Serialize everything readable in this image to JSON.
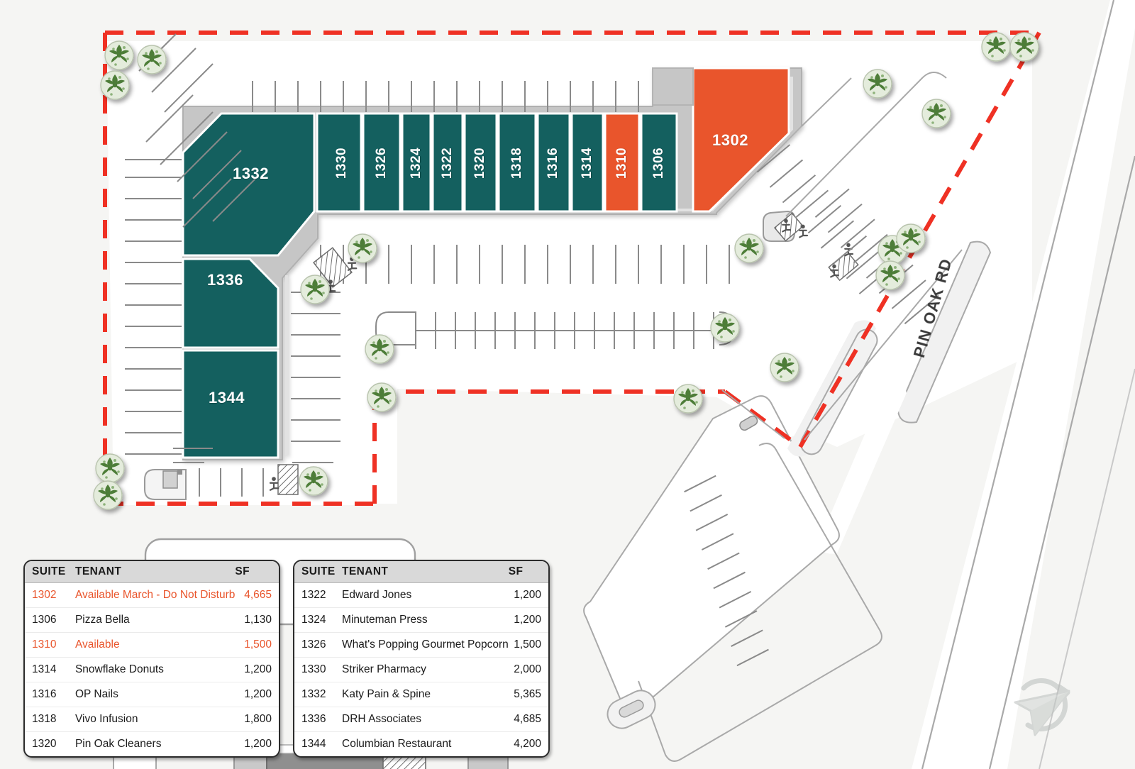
{
  "map": {
    "title": "Retail Center Site Plan",
    "background_color": "#f5f5f3",
    "colors": {
      "occupied": "#14605f",
      "available": "#e9552c",
      "property_line": "#ef3124",
      "pavement": "#ffffff",
      "curb": "#c6c6c6",
      "stripe": "#808080",
      "tree_canopy": "#dfe9d6",
      "tree_leaf": "#4f7f3a",
      "text_dark": "#1b1b1b"
    },
    "streets": [
      {
        "name": "pin-oak-rd",
        "label": "PIN OAK RD"
      }
    ],
    "units": [
      {
        "id": "1302",
        "label": "1302",
        "status": "available",
        "orientation": "horizontal"
      },
      {
        "id": "1306",
        "label": "1306",
        "status": "occupied",
        "orientation": "vertical"
      },
      {
        "id": "1310",
        "label": "1310",
        "status": "available",
        "orientation": "vertical"
      },
      {
        "id": "1314",
        "label": "1314",
        "status": "occupied",
        "orientation": "vertical"
      },
      {
        "id": "1316",
        "label": "1316",
        "status": "occupied",
        "orientation": "vertical"
      },
      {
        "id": "1318",
        "label": "1318",
        "status": "occupied",
        "orientation": "vertical"
      },
      {
        "id": "1320",
        "label": "1320",
        "status": "occupied",
        "orientation": "vertical"
      },
      {
        "id": "1322",
        "label": "1322",
        "status": "occupied",
        "orientation": "vertical"
      },
      {
        "id": "1324",
        "label": "1324",
        "status": "occupied",
        "orientation": "vertical"
      },
      {
        "id": "1326",
        "label": "1326",
        "status": "occupied",
        "orientation": "vertical"
      },
      {
        "id": "1330",
        "label": "1330",
        "status": "occupied",
        "orientation": "vertical"
      },
      {
        "id": "1332",
        "label": "1332",
        "status": "occupied",
        "orientation": "horizontal"
      },
      {
        "id": "1336",
        "label": "1336",
        "status": "occupied",
        "orientation": "horizontal"
      },
      {
        "id": "1344",
        "label": "1344",
        "status": "occupied",
        "orientation": "horizontal"
      }
    ],
    "compass": {
      "name": "north-arrow-watermark"
    }
  },
  "legend": {
    "columns": {
      "suite": "SUITE",
      "tenant": "TENANT",
      "sf": "SF"
    },
    "table_left": {
      "rows": [
        {
          "suite": "1302",
          "tenant": "Available March - Do Not Disturb",
          "sf": "4,665",
          "available": true
        },
        {
          "suite": "1306",
          "tenant": "Pizza Bella",
          "sf": "1,130",
          "available": false
        },
        {
          "suite": "1310",
          "tenant": "Available",
          "sf": "1,500",
          "available": true
        },
        {
          "suite": "1314",
          "tenant": "Snowflake Donuts",
          "sf": "1,200",
          "available": false
        },
        {
          "suite": "1316",
          "tenant": "OP Nails",
          "sf": "1,200",
          "available": false
        },
        {
          "suite": "1318",
          "tenant": "Vivo Infusion",
          "sf": "1,800",
          "available": false
        },
        {
          "suite": "1320",
          "tenant": "Pin Oak Cleaners",
          "sf": "1,200",
          "available": false
        }
      ]
    },
    "table_right": {
      "rows": [
        {
          "suite": "1322",
          "tenant": "Edward Jones",
          "sf": "1,200",
          "available": false
        },
        {
          "suite": "1324",
          "tenant": "Minuteman Press",
          "sf": "1,200",
          "available": false
        },
        {
          "suite": "1326",
          "tenant": "What's Popping Gourmet Popcorn",
          "sf": "1,500",
          "available": false
        },
        {
          "suite": "1330",
          "tenant": "Striker Pharmacy",
          "sf": "2,000",
          "available": false
        },
        {
          "suite": "1332",
          "tenant": "Katy Pain & Spine",
          "sf": "5,365",
          "available": false
        },
        {
          "suite": "1336",
          "tenant": "DRH Associates",
          "sf": "4,685",
          "available": false
        },
        {
          "suite": "1344",
          "tenant": "Columbian Restaurant",
          "sf": "4,200",
          "available": false
        }
      ]
    }
  }
}
